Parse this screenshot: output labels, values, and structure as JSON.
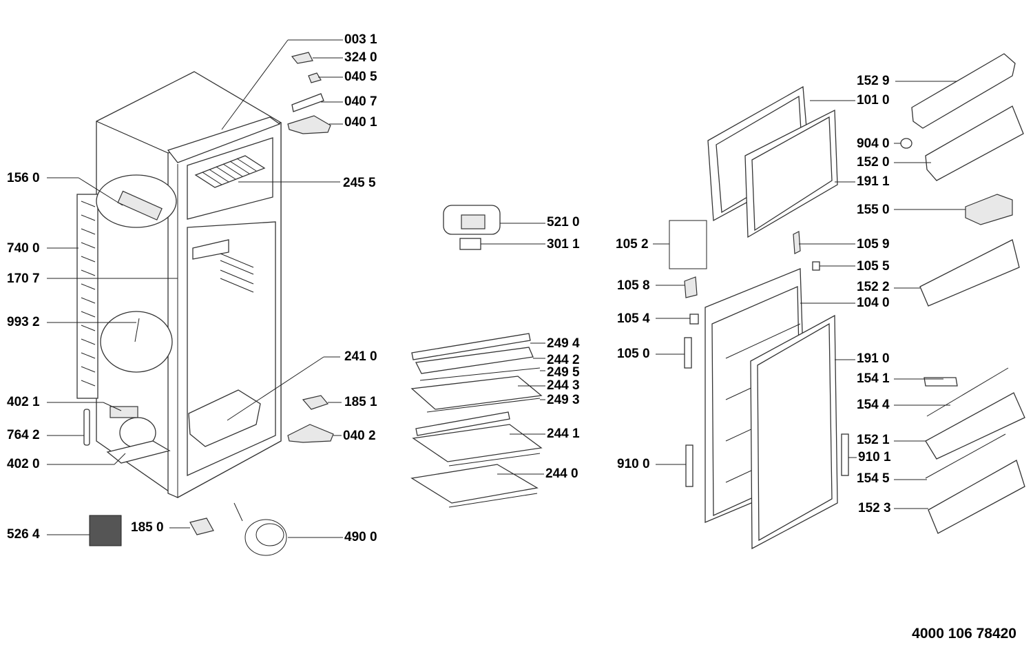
{
  "document_number": "4000 106 78420",
  "labels": {
    "l0031": "003 1",
    "l3240": "324 0",
    "l0405": "040 5",
    "l0407": "040 7",
    "l0401": "040 1",
    "l1560": "156 0",
    "l2455": "245 5",
    "l7400": "740 0",
    "l1707": "170 7",
    "l9932": "993 2",
    "l2410": "241 0",
    "l4021": "402 1",
    "l1851": "185 1",
    "l7642": "764 2",
    "l0402": "040 2",
    "l4020": "402 0",
    "l5264": "526 4",
    "l1850": "185 0",
    "l4900": "490 0",
    "l5210": "521 0",
    "l3011": "301 1",
    "l2494": "249 4",
    "l2442": "244 2",
    "l2495": "249 5",
    "l2443": "244 3",
    "l2493": "249 3",
    "l2441": "244 1",
    "l2440": "244 0",
    "l1052": "105 2",
    "l1058": "105 8",
    "l1054": "105 4",
    "l1050": "105 0",
    "l9100": "910 0",
    "l1529": "152 9",
    "l1010": "101 0",
    "l9040": "904 0",
    "l1520": "152 0",
    "l1911": "191 1",
    "l1550": "155 0",
    "l1059": "105 9",
    "l1055": "105 5",
    "l1522": "152 2",
    "l1040": "104 0",
    "l1910": "191 0",
    "l1541": "154 1",
    "l1544": "154 4",
    "l1521": "152 1",
    "l9101": "910 1",
    "l1545": "154 5",
    "l1523": "152 3"
  }
}
